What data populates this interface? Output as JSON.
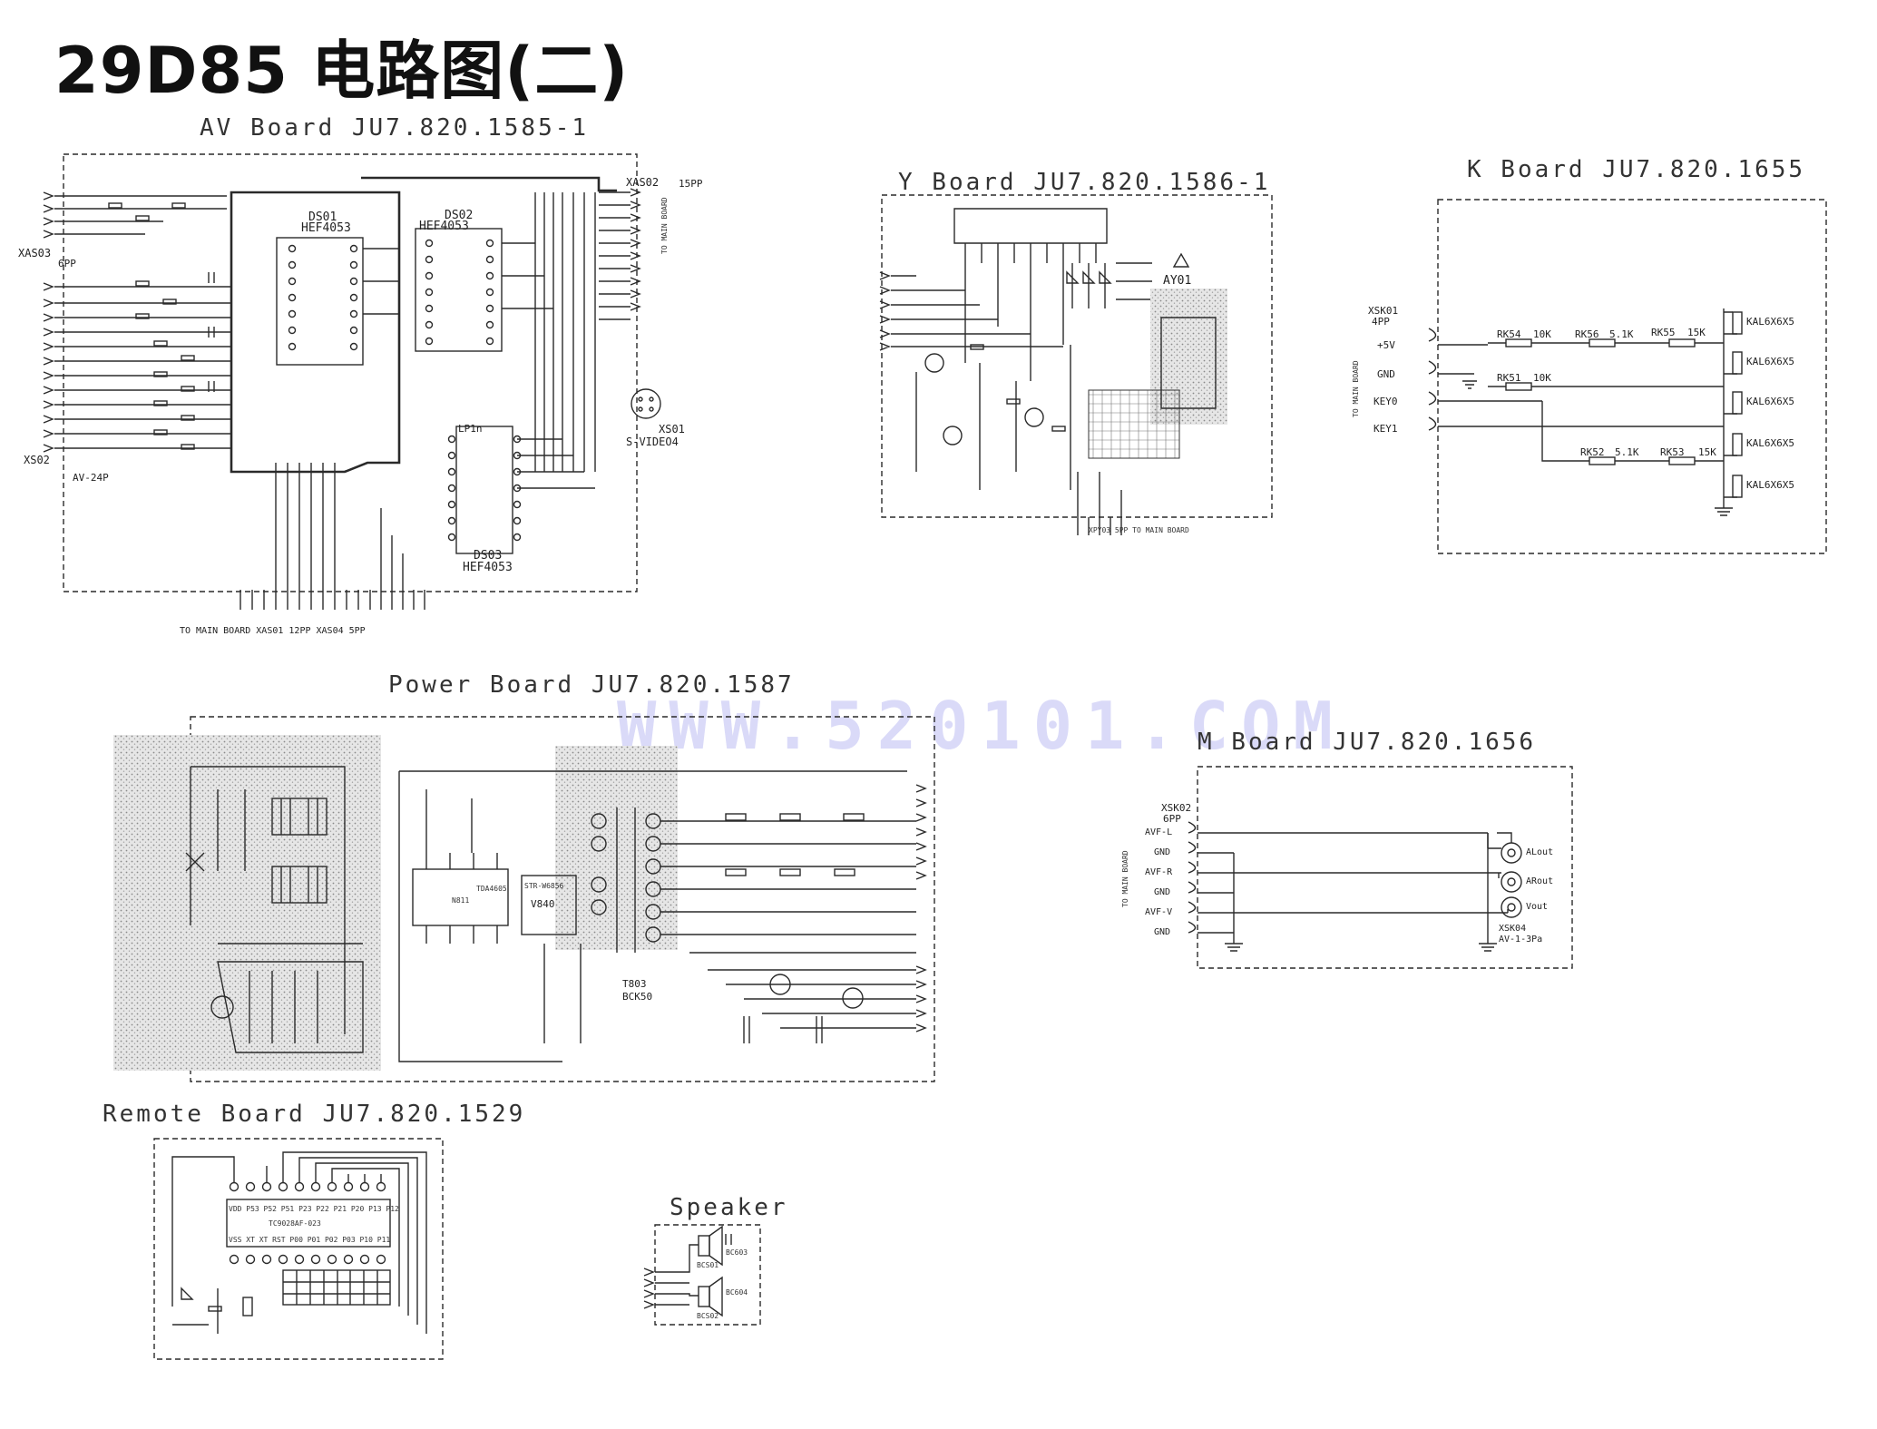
{
  "title": "29D85 电路图(二)",
  "watermark": "WWW.520101.COM",
  "av": {
    "label": "AV Board   JU7.820.1585-1",
    "ds01": "DS01",
    "ds01_chip": "HEF4053",
    "ds02": "DS02",
    "ds02_chip": "HEF4053",
    "ds03": "DS03",
    "ds03_chip": "HEF4053",
    "lp": "LP1n",
    "xas03": "XAS03",
    "xas03_pins": "6PP",
    "xas02": "XAS02",
    "xas02_pins": "15PP",
    "xs02": "XS02",
    "xs02_type": "AV-24P",
    "xs01": "XS01",
    "xs01_type": "S-VIDEO4",
    "bottom": "TO MAIN BOARD  XAS01   12PP     XAS04   5PP",
    "to_main": "TO MAIN BOARD"
  },
  "y": {
    "label": "Y Board  JU7.820.1586-1",
    "ay01": "AY01",
    "bottom": "XPY03    5PP          TO MAIN BOARD"
  },
  "k": {
    "label": "K Board  JU7.820.1655",
    "xsk01": "XSK01",
    "xsk01_pins": "4PP",
    "pins": [
      "+5V",
      "GND",
      "KEY0",
      "KEY1"
    ],
    "to_main": "TO MAIN BOARD",
    "resistors": [
      {
        "ref": "RK54",
        "val": "10K"
      },
      {
        "ref": "RK56",
        "val": "5.1K"
      },
      {
        "ref": "RK55",
        "val": "15K"
      },
      {
        "ref": "RK51",
        "val": "10K"
      },
      {
        "ref": "RK52",
        "val": "5.1K"
      },
      {
        "ref": "RK53",
        "val": "15K"
      }
    ],
    "keys": [
      "KAL6X6X5",
      "KAL6X6X5",
      "KAL6X6X5",
      "KAL6X6X5",
      "KAL6X6X5"
    ]
  },
  "power": {
    "label": "Power Board  JU7.820.1587",
    "ic1": "TDA4605",
    "ic1_ref": "N811",
    "ic2": "STR-W6856",
    "ic2_ref": "V840",
    "t803": "T803",
    "t803_type": "BCK50"
  },
  "m": {
    "label": "M Board  JU7.820.1656",
    "xsk02": "XSK02",
    "xsk02_pins": "6PP",
    "pins": [
      "AVF-L",
      "GND",
      "AVF-R",
      "GND",
      "AVF-V",
      "GND"
    ],
    "outs": [
      "ALout",
      "ARout",
      "Vout"
    ],
    "xsk04": "XSK04",
    "xsk04_type": "AV-1-3Pa",
    "to_main": "TO MAIN BOARD"
  },
  "remote": {
    "label": "Remote Board  JU7.820.1529",
    "chip": "TC9028AF-023",
    "top_pins": "VDD P53 P52 P51 P23 P22 P21 P20 P13 P12",
    "bot_pins": "VSS  XT  XT  RST P00 P01 P02 P03 P10 P11"
  },
  "speaker": {
    "label": "Speaker",
    "labels": [
      "BCS01",
      "BCS02",
      "BC603",
      "BC604"
    ]
  }
}
